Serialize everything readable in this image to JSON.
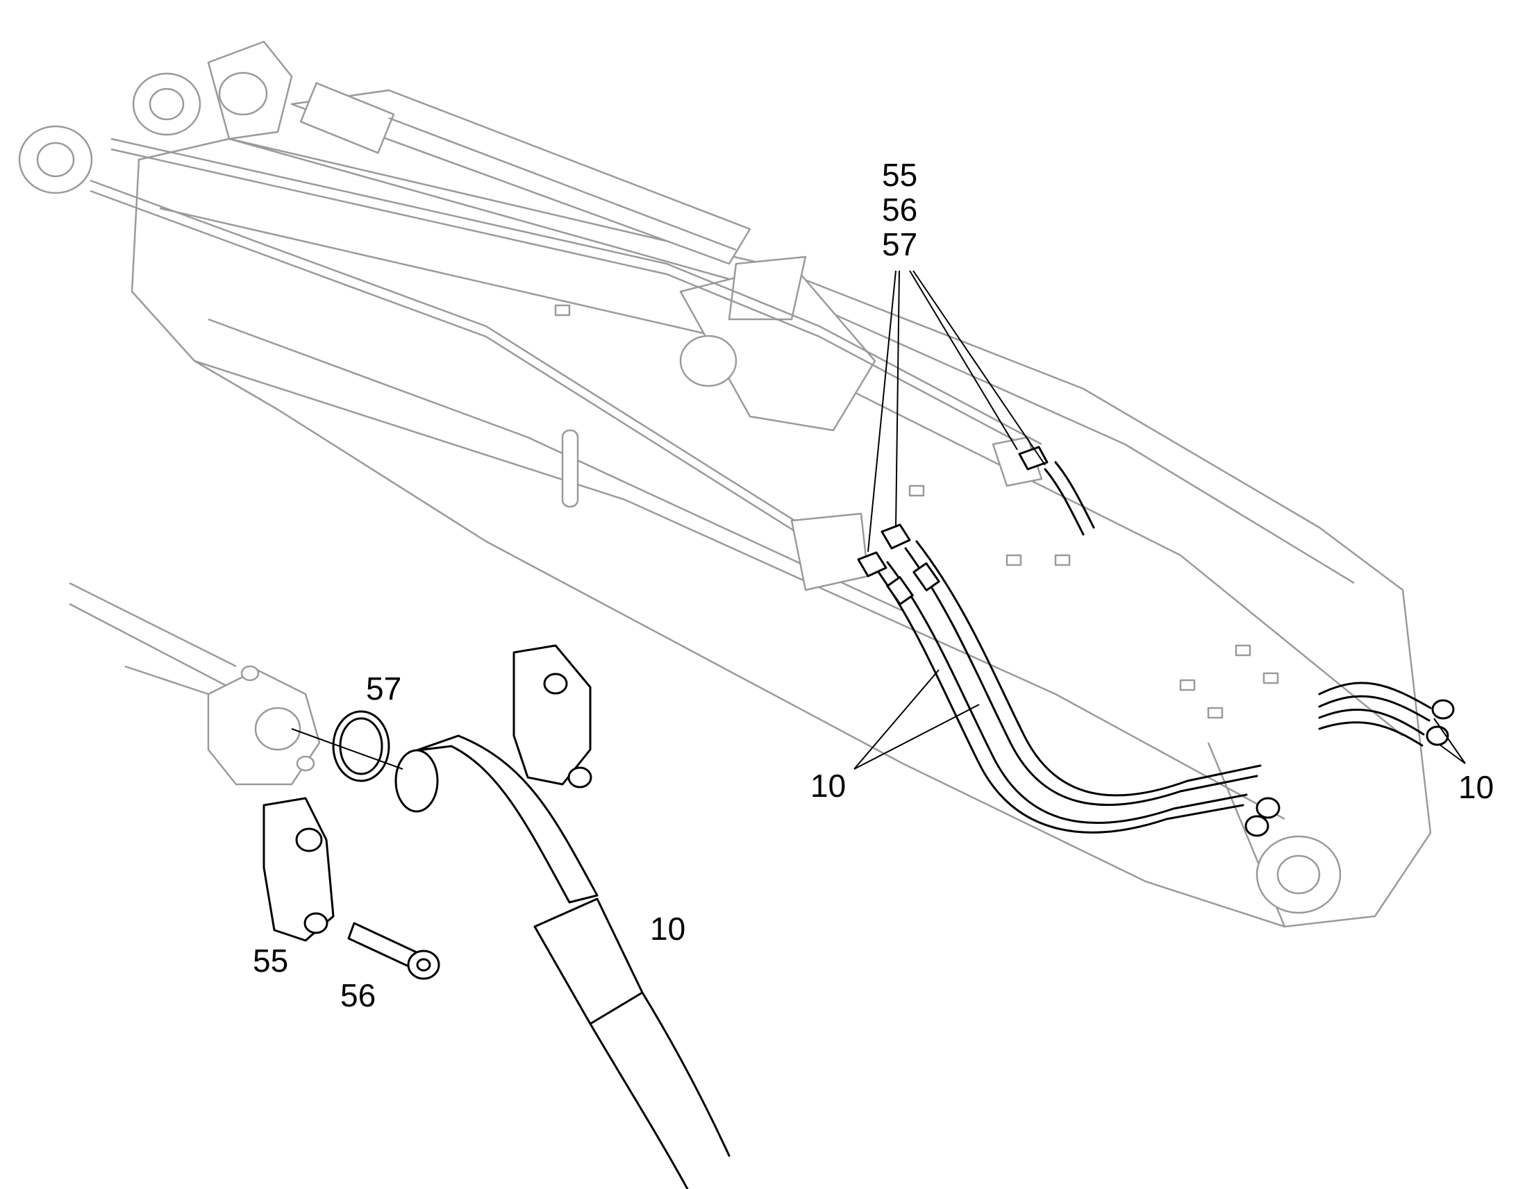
{
  "callouts": {
    "stack_55": "55",
    "stack_56": "56",
    "stack_57": "57",
    "hoses_left": "10",
    "hoses_right": "10",
    "detail_57": "57",
    "detail_10": "10",
    "detail_55": "55",
    "detail_56": "56"
  },
  "colors": {
    "line": "#000000",
    "ghost": "#9a9a9a",
    "background": "#ffffff"
  }
}
